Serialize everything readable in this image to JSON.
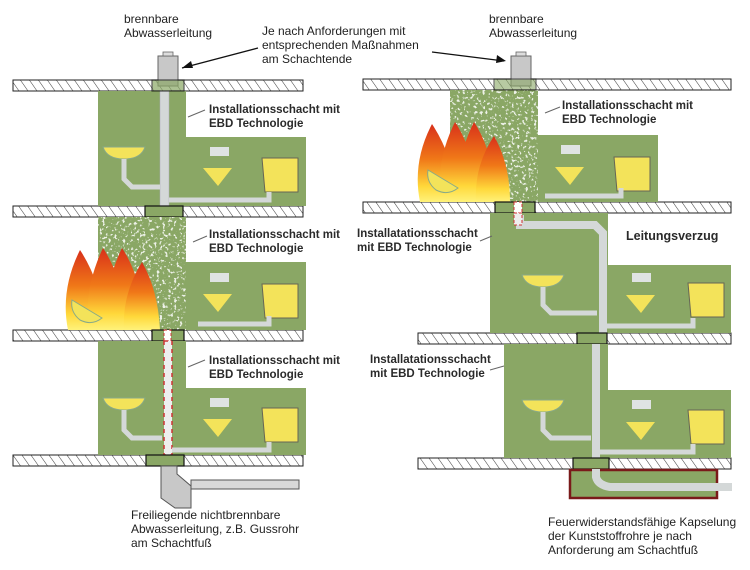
{
  "colors": {
    "shaft_green": "#8aa765",
    "shaft_dark": "#7c9859",
    "fixture_yellow": "#f3e35a",
    "pipe_grey": "#d4d8d8",
    "slab_hatch": "#222222",
    "fire_red": "#e03010",
    "fire_yellow": "#ffe84a",
    "encasement_red": "#7a1a1a",
    "cast_iron_grey": "#c8c8c8"
  },
  "left_diagram": {
    "top_pipe_label": "brennbare\nAbwasserleitung",
    "top_measure_label": "Je nach Anforderungen mit\nentsprechenden Maßnahmen\nam Schachtende",
    "shaft_labels": [
      "Installationsschacht mit\nEBD Technologie",
      "Installationsschacht mit\nEBD Technologie",
      "Installationsschacht mit\nEBD Technologie"
    ],
    "bottom_label": "Freiliegende nichtbrennbare\nAbwasserleitung, z.B. Gussrohr\nam Schachtfuß",
    "fire_floor": 2
  },
  "right_diagram": {
    "top_pipe_label": "brennbare\nAbwasserleitung",
    "shaft_labels": [
      "Installationsschacht mit\nEBD Technologie",
      "Installatationsschacht\nmit EBD Technologie",
      "Installatationsschacht\nmit EBD Technologie"
    ],
    "offset_label": "Leitungsverzug",
    "bottom_label": "Feuerwiderstandsfähige Kapselung\nder Kunststoffrohre je nach\nAnforderung am Schachtfuß",
    "fire_floor": 1
  }
}
